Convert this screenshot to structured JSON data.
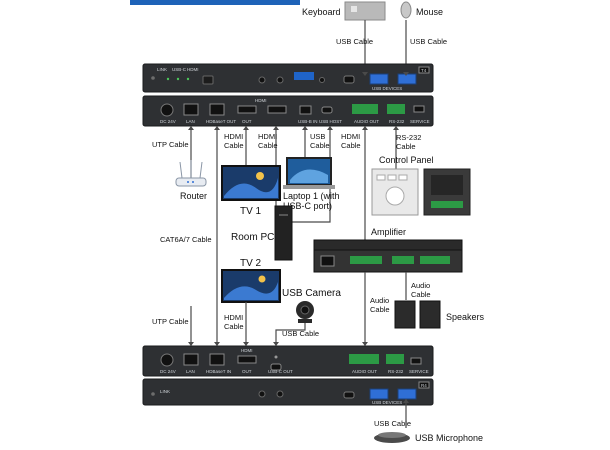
{
  "header_partial": "...",
  "peripherals": {
    "keyboard": "Keyboard",
    "mouse": "Mouse",
    "usb_microphone": "USB Microphone",
    "usb_camera": "USB Camera",
    "router": "Router",
    "tv1": "TV 1",
    "tv2": "TV 2",
    "laptop": "Laptop 1 (with",
    "laptop_2": "USB-C port)",
    "room_pc": "Room PC",
    "control_panel": "Control Panel",
    "amplifier": "Amplifier",
    "speakers": "Speakers"
  },
  "cables": {
    "usb_keyboard": "USB Cable",
    "usb_mouse": "USB Cable",
    "utp_router": "UTP Cable",
    "hdmi_tv1_a": "HDMI",
    "hdmi_tv1_b": "Cable",
    "hdmi_pc_a": "HDMI",
    "hdmi_pc_b": "Cable",
    "usb_laptop_a": "USB",
    "usb_laptop_b": "Cable",
    "hdmi_laptop_a": "HDMI",
    "hdmi_laptop_b": "Cable",
    "rs232_a": "RS-232",
    "rs232_b": "Cable",
    "cat6a": "CAT6A/7 Cable",
    "utp_rx": "UTP Cable",
    "hdmi_tv2_a": "HDMI",
    "hdmi_tv2_b": "Cable",
    "usb_camera": "USB Cable",
    "audio_amp_a": "Audio",
    "audio_amp_b": "Cable",
    "audio_spk_a": "Audio",
    "audio_spk_b": "Cable",
    "usb_mic": "USB Cable"
  },
  "device_labels": {
    "tx_top": [
      "LINK",
      "USB-C",
      "HDMI",
      "USB DEVICES",
      "T4"
    ],
    "tx_bottom": [
      "DC 24V",
      "LAN",
      "HDBaseT OUT",
      "OUT",
      "HDMI",
      "USB-B IN",
      "USB HOST",
      "AUDIO OUT",
      "RS-232",
      "SERVICE"
    ],
    "rx_top": [
      "DC 24V",
      "LAN",
      "HDBaseT IN",
      "OUT",
      "HDMI",
      "USB-C OUT",
      "AUDIO OUT",
      "RS-232",
      "SERVICE"
    ],
    "rx_bottom": [
      "LINK",
      "USB DEVICES",
      "R4"
    ]
  },
  "colors": {
    "device_body": "#2e3033",
    "usb_port": "#2f6fd6",
    "terminal_green": "#2c9a45",
    "wire": "#4a4a4a"
  }
}
